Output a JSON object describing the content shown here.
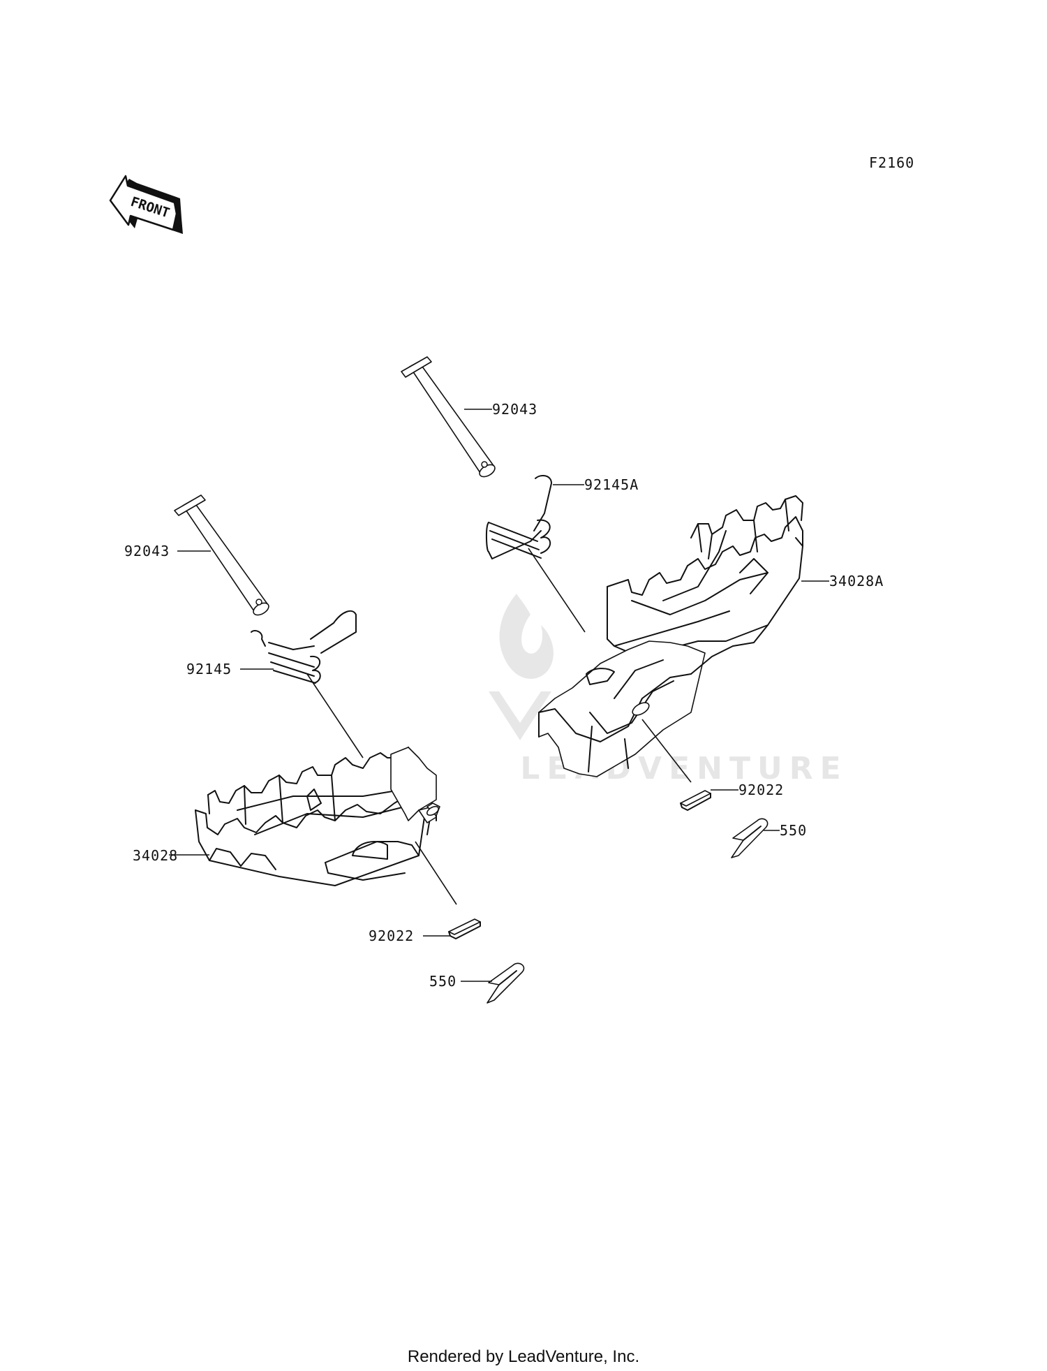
{
  "figure_code": "F2160",
  "front_label": "FRONT",
  "watermark_text": "LEADVENTURE",
  "footer": "Rendered by LeadVenture, Inc.",
  "parts": {
    "pin_right": "92043",
    "pin_left": "92043",
    "spring_right": "92145A",
    "spring_left": "92145",
    "footpeg_right": "34028A",
    "footpeg_left": "34028",
    "washer_right": "92022",
    "washer_left": "92022",
    "cotter_right": "550",
    "cotter_left": "550"
  }
}
